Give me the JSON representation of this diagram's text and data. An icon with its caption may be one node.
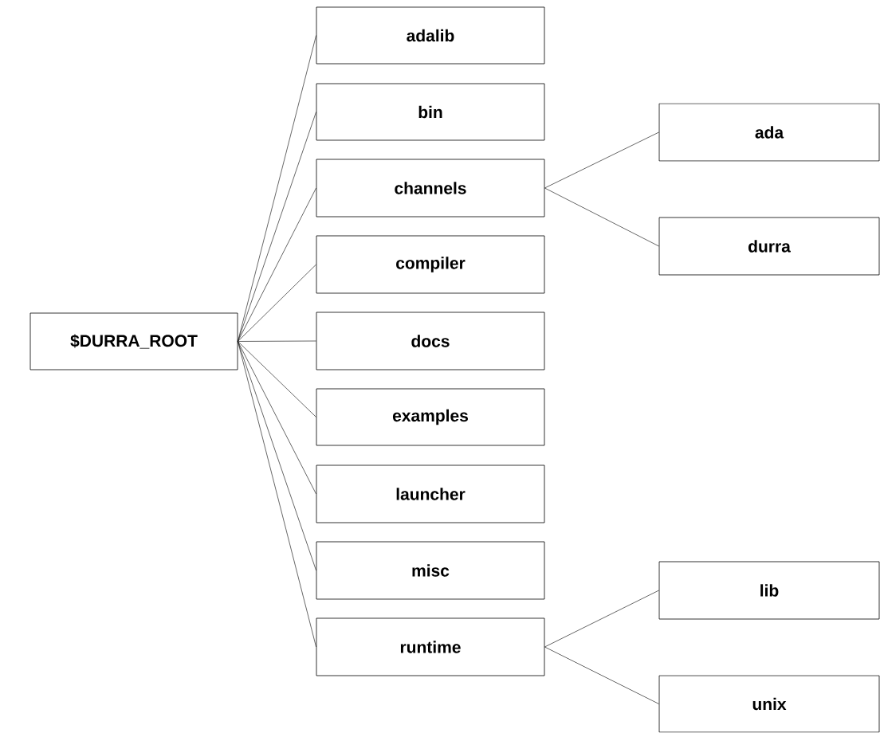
{
  "diagram": {
    "nodes": [
      {
        "text": [
          "$DURRA_ROOT"
        ]
      },
      {
        "text": [
          "adalib"
        ]
      },
      {
        "text": [
          "bin"
        ]
      },
      {
        "text": [
          "channels"
        ]
      },
      {
        "text": [
          "compiler"
        ]
      },
      {
        "text": [
          "docs"
        ]
      },
      {
        "text": [
          "examples"
        ]
      },
      {
        "text": [
          "launcher"
        ]
      },
      {
        "text": [
          "misc"
        ]
      },
      {
        "text": [
          "runtime"
        ]
      },
      {
        "text": [
          "ada"
        ]
      },
      {
        "text": [
          "durra"
        ]
      },
      {
        "text": [
          "lib"
        ]
      },
      {
        "text": [
          "unix"
        ]
      }
    ],
    "edges": [
      {
        "from": 0,
        "to": 1,
        "arrow": "none"
      },
      {
        "from": 0,
        "to": 2,
        "arrow": "none"
      },
      {
        "from": 0,
        "to": 3,
        "arrow": "none"
      },
      {
        "from": 0,
        "to": 4,
        "arrow": "none"
      },
      {
        "from": 0,
        "to": 5,
        "arrow": "none"
      },
      {
        "from": 0,
        "to": 6,
        "arrow": "none"
      },
      {
        "from": 0,
        "to": 7,
        "arrow": "none"
      },
      {
        "from": 0,
        "to": 8,
        "arrow": "none"
      },
      {
        "from": 0,
        "to": 9,
        "arrow": "none"
      },
      {
        "from": 3,
        "to": 10,
        "arrow": "none"
      },
      {
        "from": 3,
        "to": 11,
        "arrow": "none"
      },
      {
        "from": 9,
        "to": 12,
        "arrow": "none"
      },
      {
        "from": 9,
        "to": 13,
        "arrow": "none"
      }
    ]
  }
}
